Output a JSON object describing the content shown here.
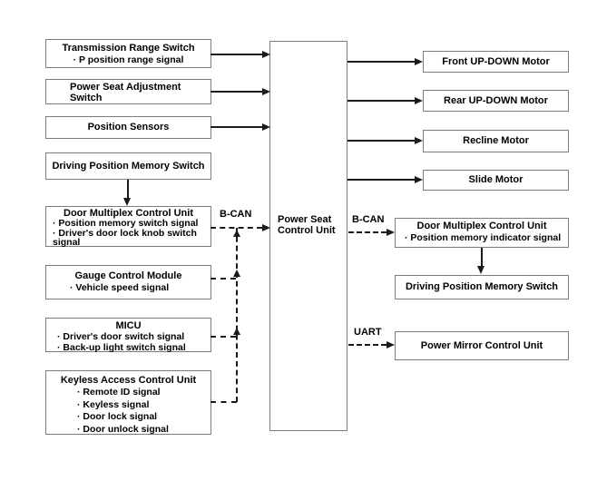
{
  "colors": {
    "background": "#ffffff",
    "box_border": "#7d7d7d",
    "line": "#1a1a1a",
    "text": "#000000"
  },
  "center_unit": {
    "title": "Power Seat Control Unit"
  },
  "left_boxes": [
    {
      "title": "Transmission Range Switch",
      "bullets": [
        "· P position range signal"
      ]
    },
    {
      "title": "Power Seat Adjustment Switch",
      "bullets": []
    },
    {
      "title": "Position Sensors",
      "bullets": []
    },
    {
      "title": "Driving Position Memory Switch",
      "bullets": []
    },
    {
      "title": "Door Multiplex Control Unit",
      "bullets": [
        "· Position memory switch signal",
        "· Driver's door lock knob switch signal"
      ]
    },
    {
      "title": "Gauge Control Module",
      "bullets": [
        "· Vehicle speed signal"
      ]
    },
    {
      "title": "MICU",
      "bullets": [
        "· Driver's door switch signal",
        "· Back-up light switch signal"
      ]
    },
    {
      "title": "Keyless Access Control Unit",
      "bullets": [
        "· Remote ID signal",
        "· Keyless signal",
        "· Door lock signal",
        "· Door unlock signal"
      ]
    }
  ],
  "right_boxes": [
    {
      "title": "Front UP-DOWN Motor"
    },
    {
      "title": "Rear UP-DOWN Motor"
    },
    {
      "title": "Recline Motor"
    },
    {
      "title": "Slide Motor"
    },
    {
      "title": "Door Multiplex Control Unit",
      "bullets": [
        "· Position memory indicator signal"
      ]
    },
    {
      "title": "Driving Position Memory Switch"
    },
    {
      "title": "Power Mirror Control Unit"
    }
  ],
  "bus_labels": {
    "bcan_left": "B-CAN",
    "bcan_right": "B-CAN",
    "uart": "UART"
  }
}
